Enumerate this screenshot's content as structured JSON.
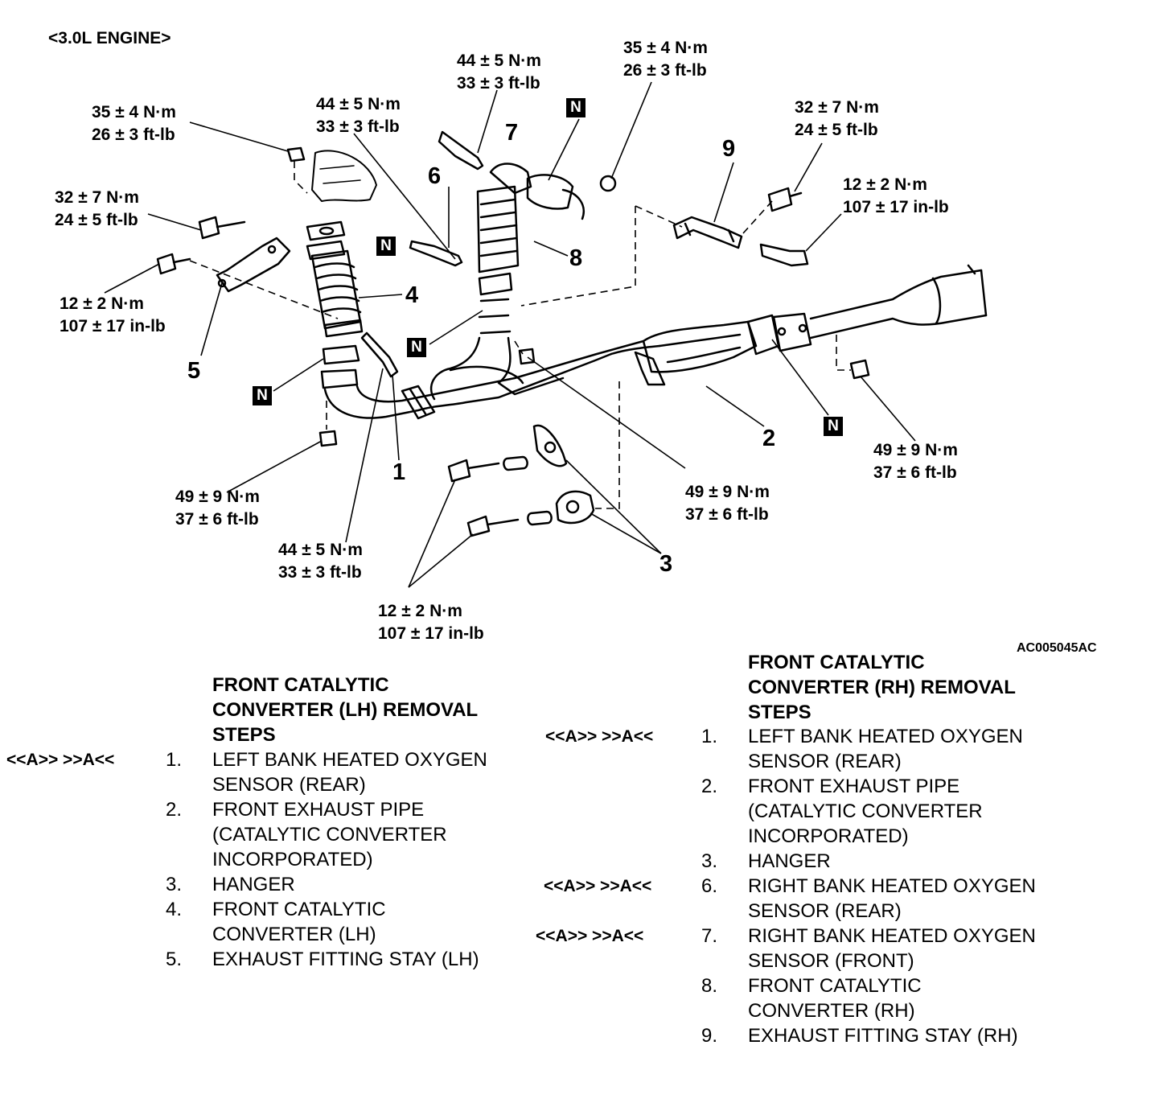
{
  "engine_label": "<3.0L ENGINE>",
  "figure_code": "AC005045AC",
  "n_mark": "N",
  "callouts": {
    "c1": "1",
    "c2": "2",
    "c3": "3",
    "c4": "4",
    "c5": "5",
    "c6": "6",
    "c7": "7",
    "c8": "8",
    "c9": "9"
  },
  "torques": {
    "t_top_center": [
      "35 ± 4 N·m",
      "26 ± 3 ft-lb"
    ],
    "t_sensor7": [
      "44 ± 5 N·m",
      "33 ± 3 ft-lb"
    ],
    "t_sensor6": [
      "44 ± 5 N·m",
      "33 ± 3 ft-lb"
    ],
    "t_left_nut": [
      "35 ± 4 N·m",
      "26 ± 3 ft-lb"
    ],
    "t_stay_bolt_rh": [
      "32 ± 7 N·m",
      "24 ± 5 ft-lb"
    ],
    "t_stay_bolt_rh2": [
      "12 ± 2 N·m",
      "107 ± 17 in-lb"
    ],
    "t_left_bolt": [
      "32 ± 7 N·m",
      "24 ± 5 ft-lb"
    ],
    "t_left_small_bolt": [
      "12 ± 2 N·m",
      "107 ± 17 in-lb"
    ],
    "t_left_lower_nut": [
      "49 ± 9 N·m",
      "37 ± 6 ft-lb"
    ],
    "t_center_nut": [
      "49 ± 9 N·m",
      "37 ± 6 ft-lb"
    ],
    "t_right_nut": [
      "49 ± 9 N·m",
      "37 ± 6 ft-lb"
    ],
    "t_sensor1": [
      "44 ± 5 N·m",
      "33 ± 3 ft-lb"
    ],
    "t_hanger_bolts": [
      "12 ± 2 N·m",
      "107 ± 17 in-lb"
    ]
  },
  "lh": {
    "title": [
      "FRONT CATALYTIC",
      "CONVERTER (LH) REMOVAL",
      "STEPS"
    ],
    "steps": [
      {
        "mark": "<<A>> >>A<<",
        "num": "1.",
        "text": "LEFT BANK HEATED OXYGEN SENSOR (REAR)"
      },
      {
        "mark": "",
        "num": "2.",
        "text": "FRONT EXHAUST PIPE (CATALYTIC CONVERTER INCORPORATED)"
      },
      {
        "mark": "",
        "num": "3.",
        "text": "HANGER"
      },
      {
        "mark": "",
        "num": "4.",
        "text": "FRONT CATALYTIC CONVERTER (LH)"
      },
      {
        "mark": "",
        "num": "5.",
        "text": "EXHAUST FITTING STAY (LH)"
      }
    ]
  },
  "rh": {
    "title": [
      "FRONT CATALYTIC",
      "CONVERTER (RH) REMOVAL",
      "STEPS"
    ],
    "steps": [
      {
        "mark": "<<A>> >>A<<",
        "num": "1.",
        "text": "LEFT BANK HEATED OXYGEN SENSOR (REAR)"
      },
      {
        "mark": "",
        "num": "2.",
        "text": "FRONT EXHAUST PIPE (CATALYTIC CONVERTER INCORPORATED)"
      },
      {
        "mark": "",
        "num": "3.",
        "text": "HANGER"
      },
      {
        "mark": "<<A>> >>A<<",
        "num": "6.",
        "text": "RIGHT BANK HEATED OXYGEN SENSOR (REAR)"
      },
      {
        "mark": "<<A>>   >>A<<",
        "num": "7.",
        "text": "RIGHT BANK HEATED OXYGEN SENSOR (FRONT)"
      },
      {
        "mark": "",
        "num": "8.",
        "text": "FRONT CATALYTIC CONVERTER (RH)"
      },
      {
        "mark": "",
        "num": "9.",
        "text": "EXHAUST FITTING STAY (RH)"
      }
    ]
  }
}
